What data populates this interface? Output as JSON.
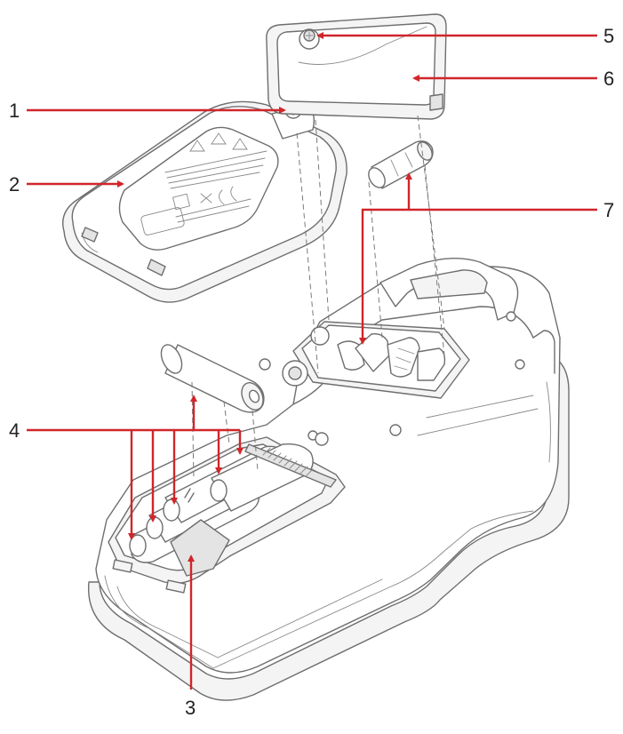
{
  "colors": {
    "leader": "#d0262a",
    "outline": "#6e6e6e",
    "label": "#222222"
  },
  "callouts": [
    {
      "id": "1",
      "label": "1"
    },
    {
      "id": "2",
      "label": "2"
    },
    {
      "id": "3",
      "label": "3"
    },
    {
      "id": "4",
      "label": "4"
    },
    {
      "id": "5",
      "label": "5"
    },
    {
      "id": "6",
      "label": "6"
    },
    {
      "id": "7",
      "label": "7"
    }
  ]
}
